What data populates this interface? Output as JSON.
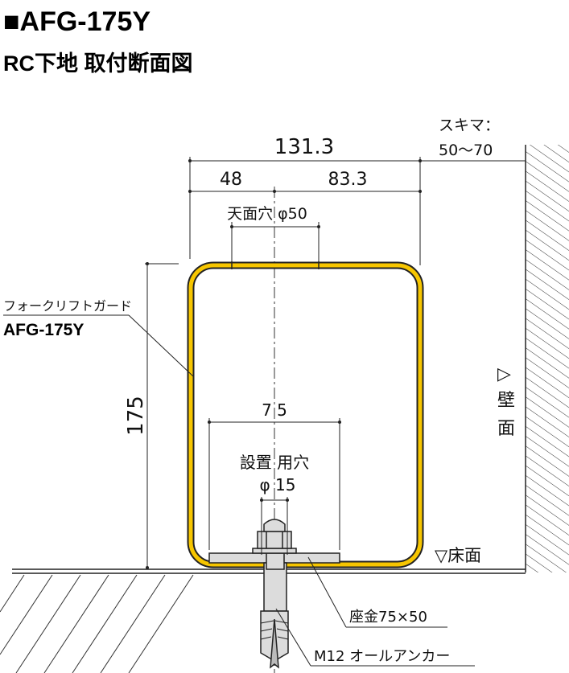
{
  "title": "■AFG-175Y",
  "subtitle": "RC下地 取付断面図",
  "dimensions": {
    "overall_width": "131.3",
    "left_width": "48",
    "right_width": "83.3",
    "top_hole": "天面穴 φ50",
    "height": "175",
    "hole_spacing": "7 5",
    "install_hole_label": "設置 用穴",
    "install_hole_dia": "φ 15",
    "gap_label": "スキマ：",
    "gap_value": "50〜70"
  },
  "labels": {
    "product_name": "フォークリフトガード",
    "product_code": "AFG-175Y",
    "wall_mark": "▷",
    "wall_1": "壁",
    "wall_2": "面",
    "floor": "▽床面",
    "washer": "座金75×50",
    "anchor": "M12 オールアンカー"
  },
  "colors": {
    "guard": "#f7c600",
    "metal": "#dcdcdc"
  }
}
